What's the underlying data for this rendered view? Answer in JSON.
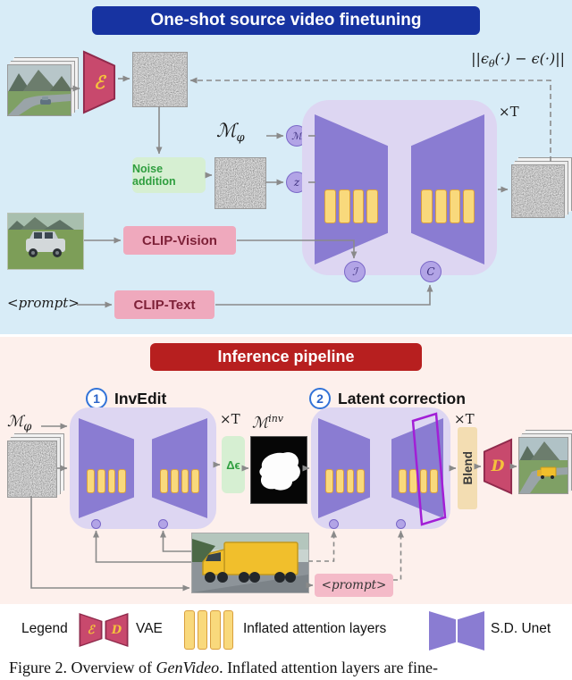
{
  "colors": {
    "finetune_header_bg": "#1733a1",
    "finetune_panel_bg": "#d8ecf7",
    "inference_header_bg": "#b71f1f",
    "inference_panel_bg": "#fdf0ec",
    "unet_body": "#ddd6f2",
    "unet_trapezoid": "#8a7cd2",
    "attention_bar": "#f9d97c",
    "vae_trapezoid": "#c8496d",
    "clip_box": "#efa9bd",
    "noise_addition_box": "#d6efd2",
    "blend_box": "#f3ddb2",
    "latent_slice_outline": "#a21fd6",
    "wire": "#8a8a8a"
  },
  "finetune": {
    "title": "One-shot source video finetuning",
    "loss_p1": "||ϵ",
    "loss_sub": "θ",
    "loss_p2": "(·) − ϵ(·)||",
    "xt": "×T",
    "m_phi_main": "ℳ",
    "m_phi_sub": "φ",
    "encoder_glyph": "ℰ",
    "noise_addition": "Noise addition",
    "circle_m": "ℳ",
    "circle_z": "z",
    "circle_i": "ℐ",
    "circle_c": "C",
    "clip_vision": "CLIP-Vision",
    "clip_text": "CLIP-Text",
    "prompt": "<prompt>"
  },
  "inference": {
    "title": "Inference pipeline",
    "step1_num": "1",
    "step1_label": "InvEdit",
    "step2_num": "2",
    "step2_label": "Latent correction",
    "m_phi_main": "ℳ",
    "m_phi_sub": "φ",
    "xt1": "×T",
    "xt2": "×T",
    "delta_eps": "Δϵ",
    "m_inv_main": "ℳ",
    "m_inv_sup": "inv",
    "blend": "Blend",
    "decoder_glyph": "D",
    "prompt": "<prompt>"
  },
  "legend": {
    "label": "Legend",
    "encoder_glyph": "ℰ",
    "decoder_glyph": "D",
    "vae": "VAE",
    "attention": "Inflated attention layers",
    "unet": "S.D. Unet"
  },
  "caption": {
    "prefix": "Figure 2. Overview of ",
    "name": "GenVideo",
    "suffix": ". Inflated attention layers are fine-"
  }
}
